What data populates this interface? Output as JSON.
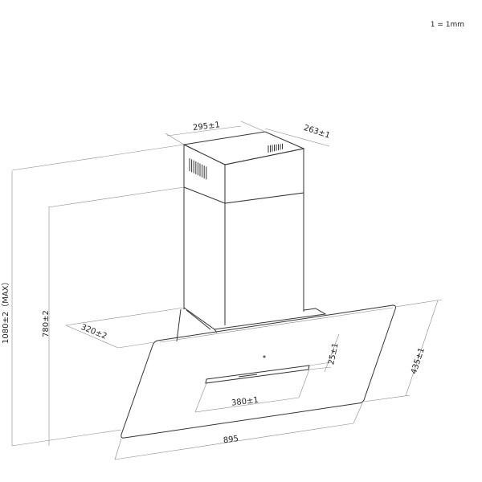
{
  "scale_note": "1 = 1mm",
  "dimensions": {
    "chimney_width": "295±1",
    "chimney_depth": "263±1",
    "max_height": "1080±2（MAX）",
    "min_height": "780±2",
    "canopy_depth": "320±2",
    "panel_width": "895",
    "panel_height": "435±1",
    "handle_width": "380±1",
    "handle_offset": "25±1"
  },
  "colors": {
    "line": "#333333",
    "dimension_line": "#888888"
  }
}
